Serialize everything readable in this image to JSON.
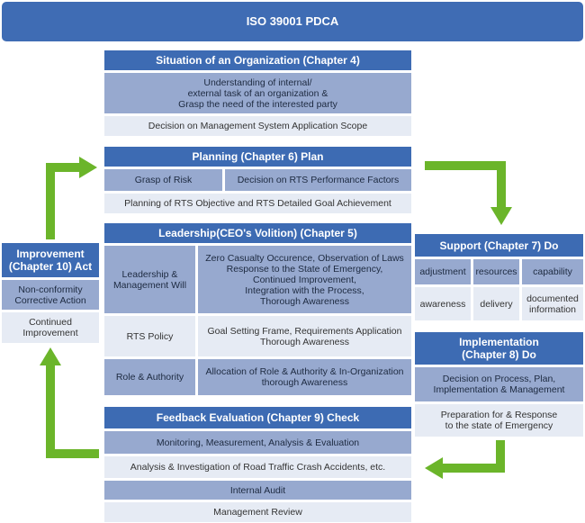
{
  "title": "ISO 39001 PDCA",
  "situation": {
    "header": "Situation of an Organization (Chapter 4)",
    "understanding": "Understanding of internal/\nexternal task of an organization &\nGrasp the need of the interested party",
    "scope": "Decision on Management System Application Scope"
  },
  "planning": {
    "header": "Planning (Chapter 6) Plan",
    "risk": "Grasp of Risk",
    "factors": "Decision on RTS Performance Factors",
    "objective": "Planning of RTS Objective and RTS Detailed Goal Achievement"
  },
  "leadership": {
    "header": "Leadership(CEO's Volition) (Chapter 5)",
    "rows": [
      {
        "label": "Leadership &\nManagement Will",
        "desc": "Zero Casualty Occurence, Observation of Laws\nResponse to the State of Emergency,\nContinued Improvement,\nIntegration with the Process,\nThorough Awareness"
      },
      {
        "label": "RTS Policy",
        "desc": "Goal Setting Frame, Requirements Application\nThorough Awareness"
      },
      {
        "label": "Role & Authority",
        "desc": "Allocation of Role & Authority & In-Organization\nthorough Awareness"
      }
    ]
  },
  "support": {
    "header": "Support (Chapter 7) Do",
    "row1": [
      "adjustment",
      "resources",
      "capability"
    ],
    "row2": [
      "awareness",
      "delivery",
      "documented\ninformation"
    ]
  },
  "implementation": {
    "header": "Implementation\n(Chapter 8) Do",
    "decision": "Decision on Process, Plan,\nImplementation & Management",
    "preparation": "Preparation for & Response\nto the state of Emergency"
  },
  "improvement": {
    "header": "Improvement\n(Chapter 10) Act",
    "nonconformity": "Non-conformity\nCorrective Action",
    "continued": "Continued\nImprovement"
  },
  "feedback": {
    "header": "Feedback Evaluation (Chapter 9) Check",
    "monitoring": "Monitoring, Measurement, Analysis & Evaluation",
    "analysis": "Analysis & Investigation of Road Traffic Crash Accidents, etc.",
    "audit": "Internal Audit",
    "review": "Management Review"
  },
  "colors": {
    "header_blue": "#3d6bb3",
    "mid_blue": "#97a9cf",
    "light": "#e6ebf4",
    "arrow_green": "#6bb52a"
  }
}
